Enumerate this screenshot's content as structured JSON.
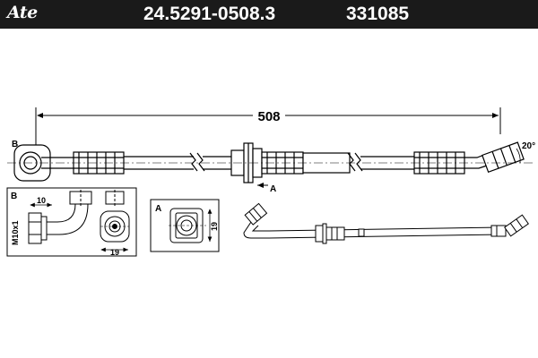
{
  "header": {
    "brand": "Ate",
    "part_number": "24.5291-0508.3",
    "ref_number": "331085"
  },
  "main_drawing": {
    "length_label": "508",
    "angle_label": "20°",
    "view_b_marker": "B",
    "section_a_marker": "A"
  },
  "detail_b": {
    "label": "B",
    "thread_label": "M10x1",
    "dim_top": "10",
    "dim_bottom": "19"
  },
  "detail_a": {
    "label": "A",
    "dim_side": "19"
  }
}
